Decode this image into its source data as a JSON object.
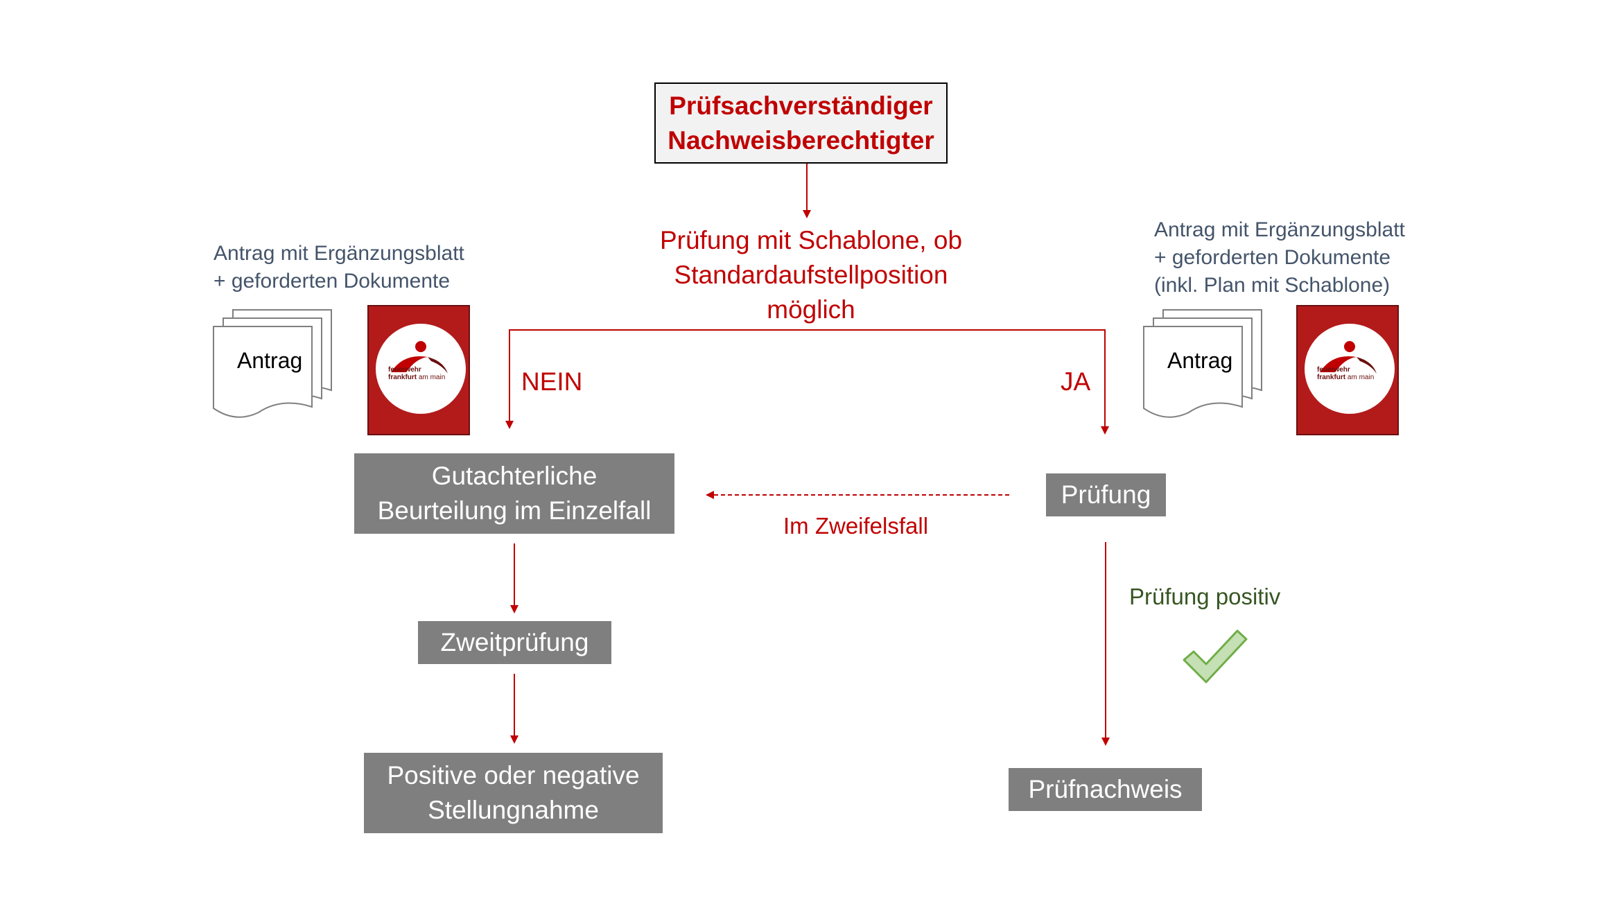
{
  "top_box": {
    "line1": "Prüfsachverständiger",
    "line2": "Nachweisberechtigter"
  },
  "decision": {
    "line1": "Prüfung mit Schablone, ob",
    "line2": "Standardaufstellposition",
    "line3": "möglich"
  },
  "branch_no": "NEIN",
  "branch_yes": "JA",
  "left_docs": {
    "caption_line1": "Antrag mit Ergänzungsblatt",
    "caption_line2": "+ geforderten Dokumente",
    "doc_label": "Antrag",
    "logo_line1": "feuerwehr",
    "logo_line2": "frankfurt",
    "logo_line2_suffix": "am main"
  },
  "right_docs": {
    "caption_line1": "Antrag mit Ergänzungsblatt",
    "caption_line2": "+ geforderten Dokumente",
    "caption_line3": "(inkl. Plan mit Schablone)",
    "doc_label": "Antrag",
    "logo_line1": "feuerwehr",
    "logo_line2": "frankfurt",
    "logo_line2_suffix": "am main"
  },
  "gutachten": {
    "line1": "Gutachterliche",
    "line2": "Beurteilung im Einzelfall"
  },
  "pruefung": "Prüfung",
  "zweifelsfall": "Im Zweifelsfall",
  "zweitpruefung": "Zweitprüfung",
  "stellungnahme": {
    "line1": "Positive oder negative",
    "line2": "Stellungnahme"
  },
  "pruefung_positiv": "Prüfung positiv",
  "pruefnachweis": "Prüfnachweis",
  "colors": {
    "accent_red": "#c00000",
    "box_gray": "#7f7f7f",
    "caption_slate": "#44546a",
    "positive_green": "#375623",
    "check_green": "#70ad47"
  },
  "icons": {
    "document_stack": "document-stack-icon",
    "logo": "feuerwehr-logo",
    "check": "checkmark-icon"
  }
}
